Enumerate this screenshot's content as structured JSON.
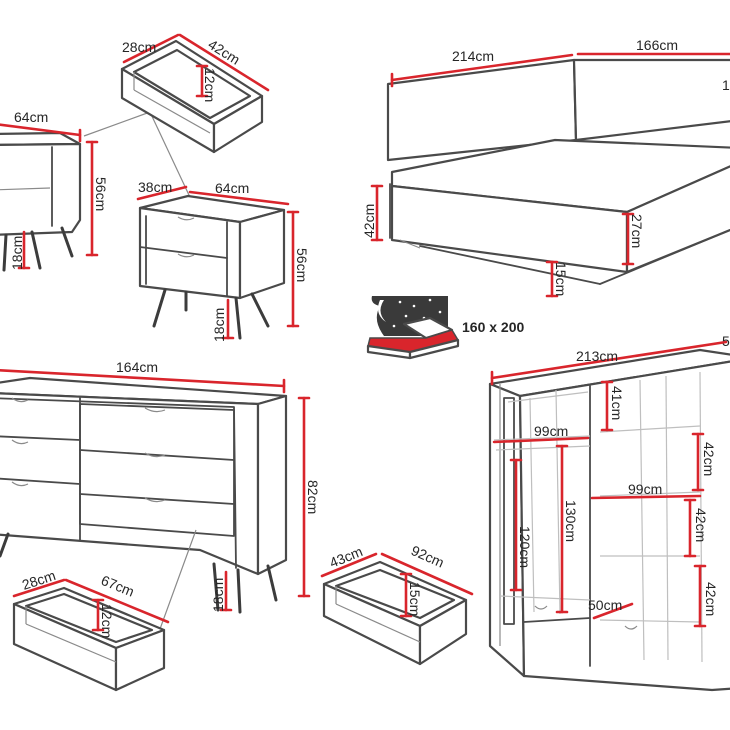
{
  "colors": {
    "dimension": "#d9252c",
    "outline": "#4a4a4a",
    "label": "#262626",
    "mattress": "#d9252c",
    "night_sky": "#3a3a3a"
  },
  "nightstand_left": {
    "width": "64cm",
    "height": "56cm",
    "legs": "18cm"
  },
  "drawer_small": {
    "depth": "28cm",
    "width": "42cm",
    "height": "12cm"
  },
  "nightstand_right": {
    "depth": "38cm",
    "width": "64cm",
    "height": "56cm",
    "legs": "18cm"
  },
  "bed": {
    "length": "214cm",
    "width": "166cm",
    "cut_label": "1",
    "frame_height": "42cm",
    "mattress_height": "27cm",
    "clearance": "15cm",
    "mattress_size": "160 x 200"
  },
  "dresser": {
    "width": "164cm",
    "height": "82cm",
    "legs": "18cm"
  },
  "dresser_drawer": {
    "depth": "28cm",
    "width": "67cm",
    "height": "12cm"
  },
  "bottom_drawer": {
    "depth": "43cm",
    "width": "92cm",
    "height": "15cm"
  },
  "wardrobe": {
    "width": "213cm",
    "cut_label": "5",
    "top_shelf_height": "41cm",
    "left_shelf_width": "99cm",
    "hanging_short": "120cm",
    "hanging_tall": "130cm",
    "right_shelf_width": "99cm",
    "shelf_gap_1": "42cm",
    "shelf_gap_2": "42cm",
    "shelf_gap_3": "42cm",
    "inner_depth": "50cm"
  }
}
